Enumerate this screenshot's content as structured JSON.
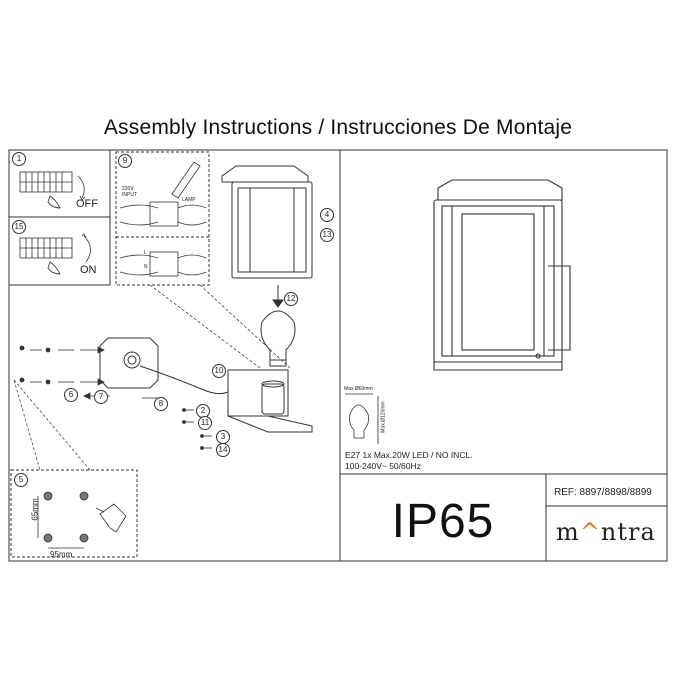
{
  "title": "Assembly Instructions / Instrucciones De Montaje",
  "steps": {
    "s1": "1",
    "s2": "2",
    "s3": "3",
    "s4": "4",
    "s5": "5",
    "s6": "6",
    "s7": "7",
    "s8": "8",
    "s9": "9",
    "s10": "10",
    "s11": "11",
    "s12": "12",
    "s13": "13",
    "s14": "14",
    "s15": "15"
  },
  "switch_off": "OFF",
  "switch_on": "ON",
  "wiring": {
    "input": "220V INPUT",
    "lamp": "LAMP",
    "l": "L",
    "n": "N"
  },
  "dimensions": {
    "width": "95mm",
    "height": "65mm"
  },
  "bulb": {
    "max_diameter": "Max.Ø60mm",
    "max_height": "Max.Ø120mm"
  },
  "specs": {
    "line1": "E27 1x Max.20W LED / NO INCL.",
    "line2": "100-240V~ 50/60Hz"
  },
  "ip_rating": "IP65",
  "reference": "REF: 8897/8898/8899",
  "brand": {
    "part1": "m",
    "accent": "^",
    "part2": "ntra"
  },
  "colors": {
    "line": "#333333",
    "accent": "#e07a18"
  }
}
